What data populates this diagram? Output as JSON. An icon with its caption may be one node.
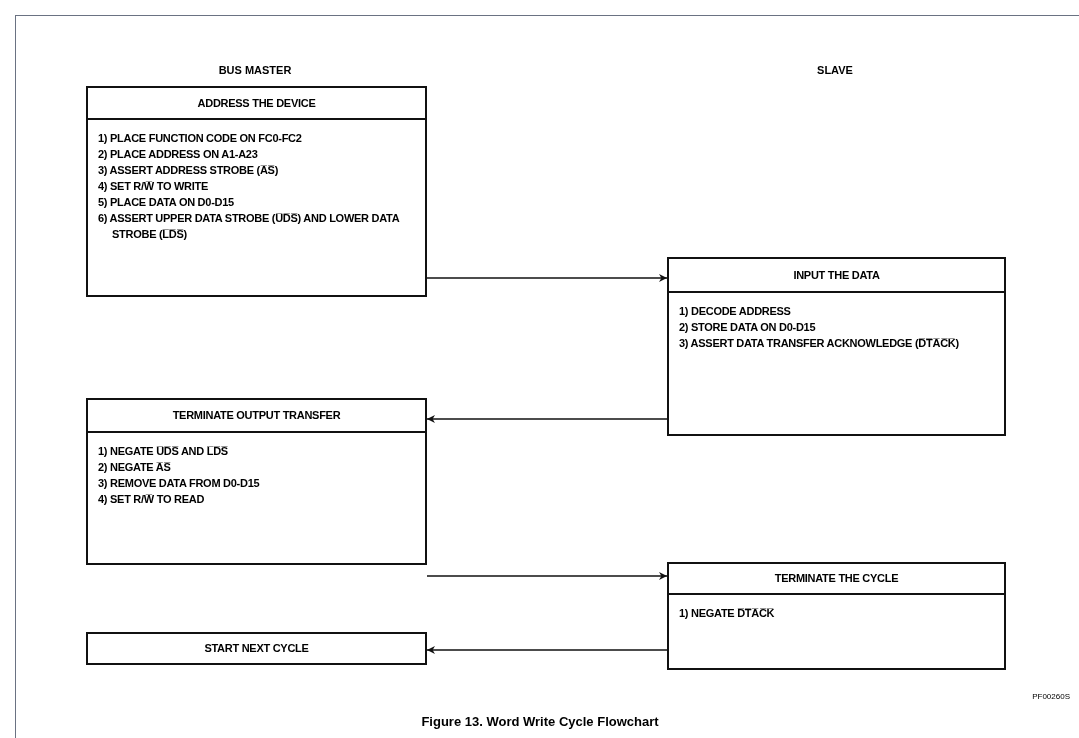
{
  "diagram": {
    "caption": "Figure 13. Word Write Cycle Flowchart",
    "nodes": [
      {
        "text": [
          "ADDRESS THE DEVICE",
          "1) PLACE FUNCTION CODE ON FC0-FC2",
          "2) PLACE ADDRESS ON A1-A23",
          "3) ASSERT ADDRESS STROBE (A̅S̅)",
          "4) SET R/W̅ TO WRITE",
          "5) PLACE DATA ON D0-D15",
          "6) ASSERT UPPER DATA STROBE (U̅D̅S̅) AND LOWER DATA STROBE (L̅D̅S̅)"
        ]
      },
      {
        "text": [
          "INPUT THE DATA",
          "1) DECODE ADDRESS",
          "2) STORE DATA ON D0-D15",
          "3) ASSERT DATA TRANSFER ACKNOWLEDGE (D̅T̅A̅C̅K̅)"
        ]
      },
      {
        "text": [
          "TERMINATE OUTPUT TRANSFER",
          "1) NEGATE U̅D̅S̅ AND L̅D̅S̅",
          "2) NEGATE A̅S̅",
          "3) REMOVE DATA FROM D0-D15",
          "4) SET R/W̅ TO READ"
        ]
      },
      {
        "text": [
          "TERMINATE THE CYCLE",
          "1) NEGATE D̅T̅A̅C̅K̅"
        ]
      },
      {
        "text": [
          "START NEXT CYCLE"
        ]
      }
    ],
    "edges": [
      {
        "from": 0,
        "to": 1,
        "arrow": "to"
      },
      {
        "from": 1,
        "to": 2,
        "arrow": "to"
      },
      {
        "from": 2,
        "to": 3,
        "arrow": "to"
      },
      {
        "from": 3,
        "to": 4,
        "arrow": "to"
      }
    ],
    "labels": [
      "BUS MASTER",
      "SLAVE",
      "PF00260S"
    ]
  }
}
